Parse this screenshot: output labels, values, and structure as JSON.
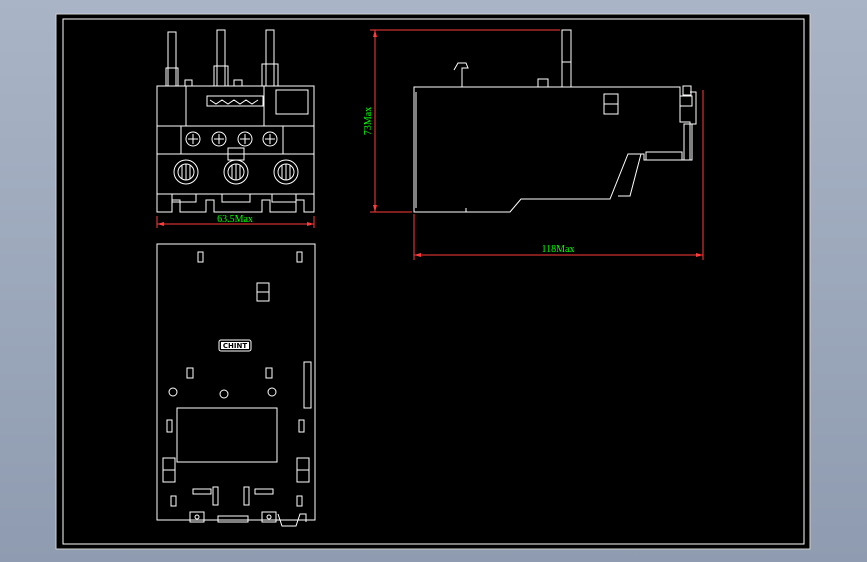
{
  "colors": {
    "background": "#a9b4c6",
    "sheet": "#000000",
    "line": "#ffffff",
    "dimension_line": "#ff0000",
    "dimension_text": "#00ff00"
  },
  "front_view": {
    "width_dimension": "63.5Max"
  },
  "side_view": {
    "height_dimension": "73Max",
    "length_dimension": "118Max"
  },
  "top_view": {
    "logo": "CHINT"
  }
}
